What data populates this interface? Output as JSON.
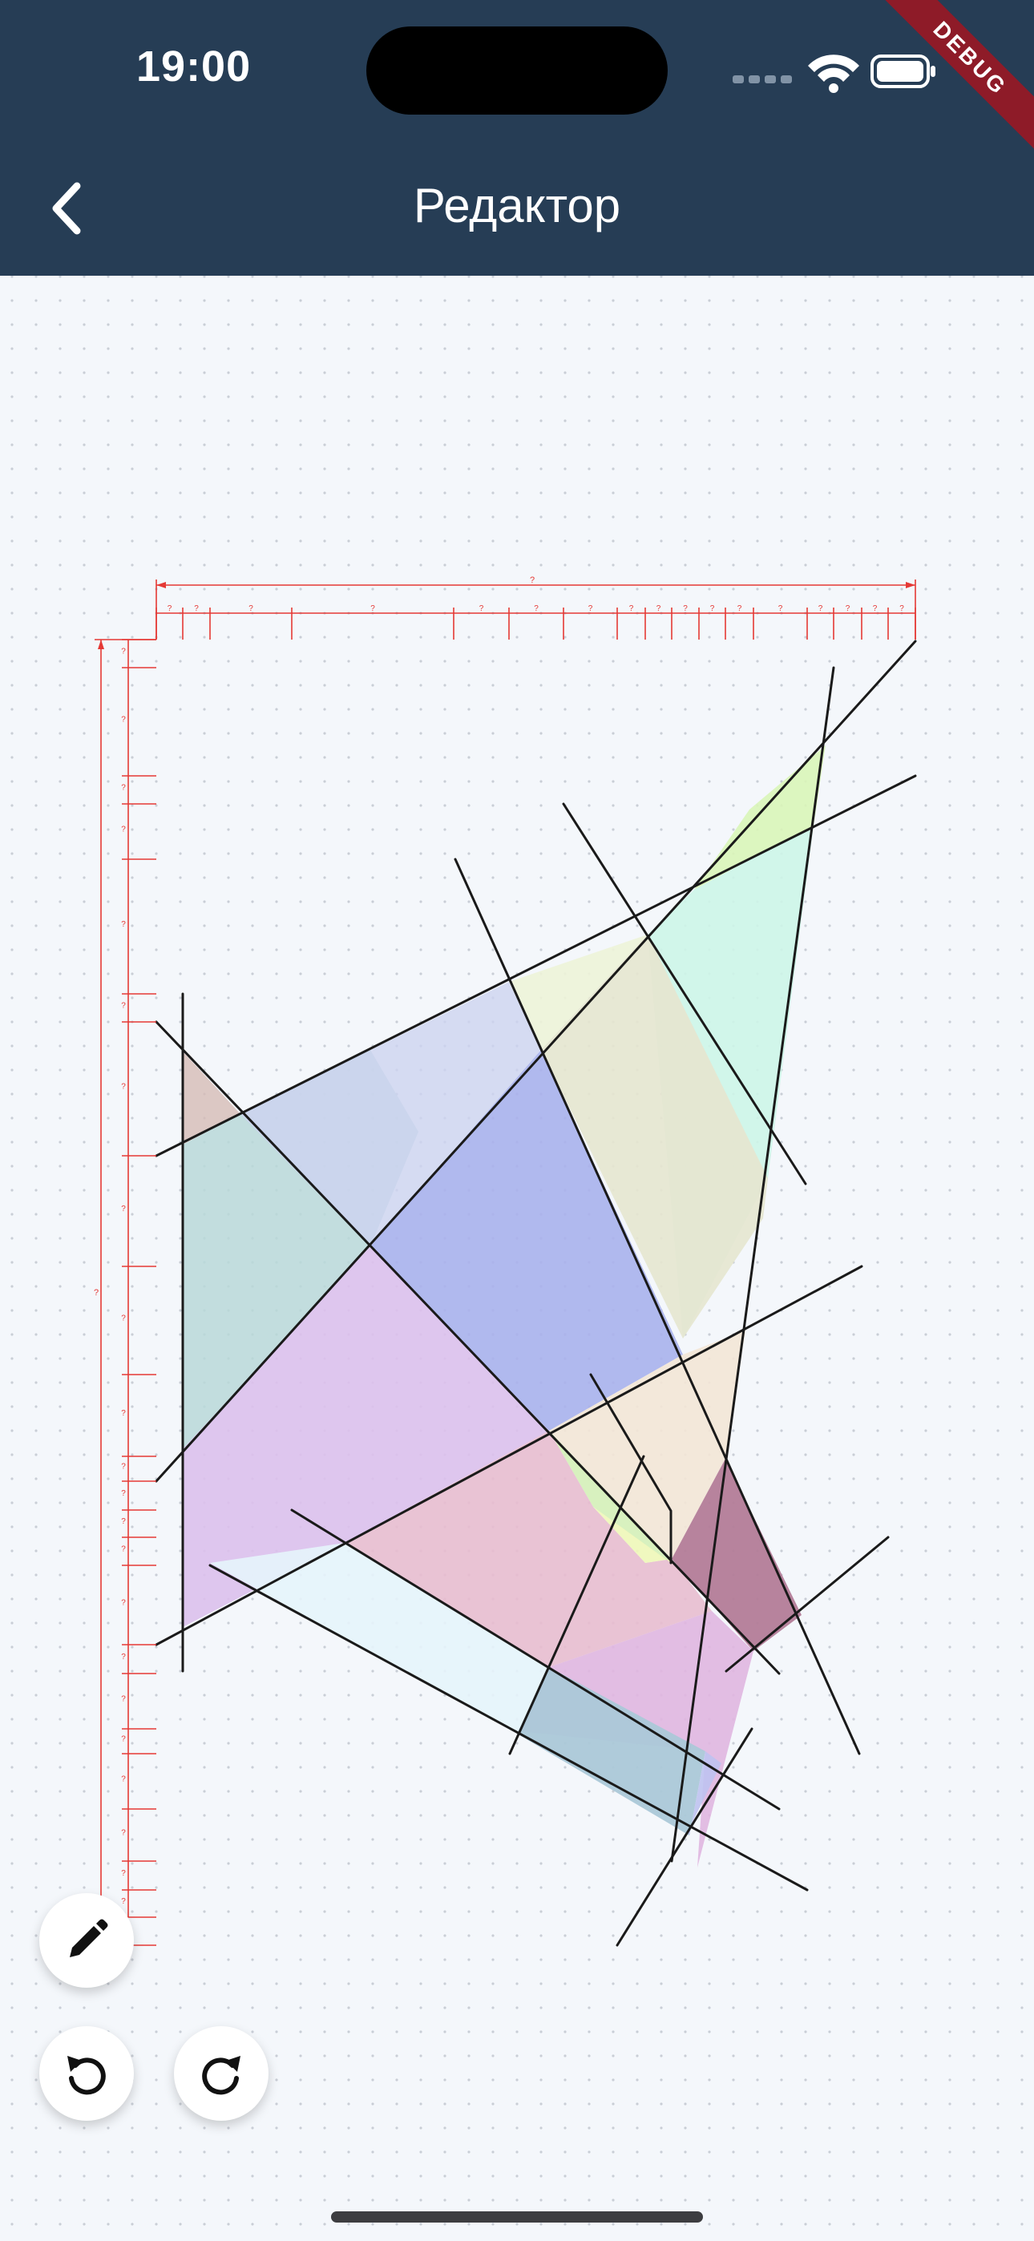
{
  "status_bar": {
    "time": "19:00",
    "debug_label": "DEBUG"
  },
  "header": {
    "title": "Редактор",
    "back_icon": "chevron-left-icon"
  },
  "toolbar": {
    "edit_icon": "pencil-icon",
    "undo_icon": "undo-icon",
    "redo_icon": "redo-icon"
  },
  "dimensions": {
    "unknown_mark": "?"
  },
  "colors": {
    "appbar": "#263d55",
    "canvas": "#f4f7fb",
    "dimension": "#e53935",
    "line": "#000000"
  }
}
